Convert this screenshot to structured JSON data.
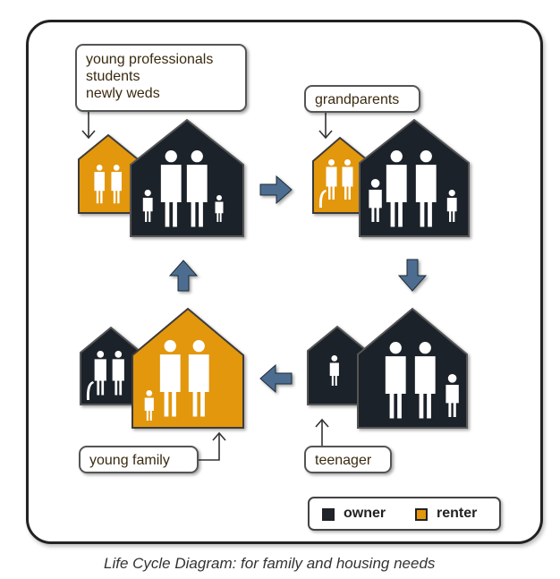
{
  "colors": {
    "owner": "#1f242c",
    "renter": "#e2970c",
    "arrow": "#4d6d90"
  },
  "callouts": {
    "young_professionals": [
      "young professionals",
      "students",
      "newly weds"
    ],
    "grandparents": "grandparents",
    "young_family": "young family",
    "teenager": "teenager"
  },
  "legend": {
    "owner": "owner",
    "renter": "renter"
  },
  "caption": "Life Cycle Diagram: for family and housing needs"
}
